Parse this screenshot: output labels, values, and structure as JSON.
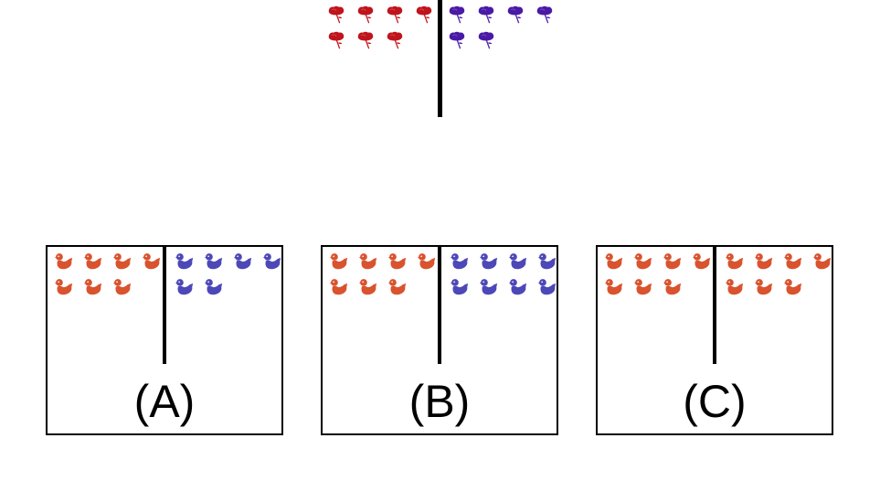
{
  "reference": {
    "groups": [
      {
        "side": "left",
        "animal": "rose",
        "color": "#c0141c",
        "count": 7
      },
      {
        "side": "right",
        "animal": "rose",
        "color": "#4a1aa6",
        "count": 6
      }
    ]
  },
  "options": [
    {
      "label": "(A)",
      "groups": [
        {
          "side": "left",
          "animal": "duck",
          "color": "#d9532e",
          "count": 7
        },
        {
          "side": "right",
          "animal": "duck",
          "color": "#4d48b8",
          "count": 6
        }
      ]
    },
    {
      "label": "(B)",
      "groups": [
        {
          "side": "left",
          "animal": "duck",
          "color": "#d9532e",
          "count": 7
        },
        {
          "side": "right",
          "animal": "duck",
          "color": "#4d48b8",
          "count": 8
        }
      ]
    },
    {
      "label": "(C)",
      "groups": [
        {
          "side": "left",
          "animal": "duck",
          "color": "#d9532e",
          "count": 7
        },
        {
          "side": "right",
          "animal": "duck",
          "color": "#d9532e",
          "count": 7
        }
      ]
    }
  ]
}
